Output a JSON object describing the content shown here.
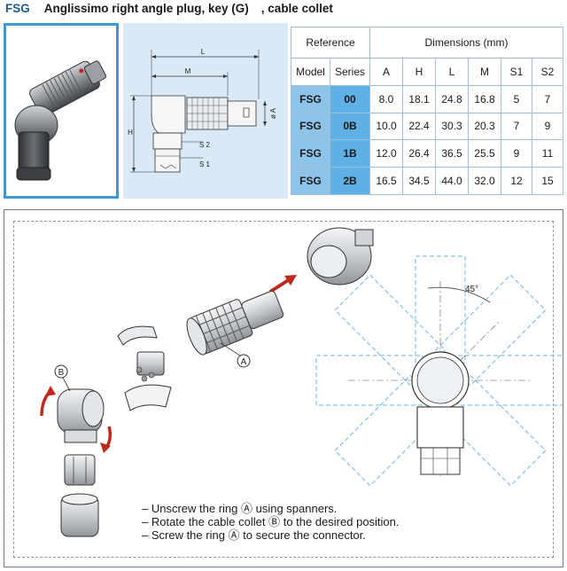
{
  "header": {
    "code": "FSG",
    "title": "Anglissimo right angle plug, key (G)",
    "suffix": ", cable collet"
  },
  "drawing": {
    "label_L": "L",
    "label_M": "M",
    "label_H": "H",
    "label_A": "ø A",
    "label_S2": "S 2",
    "label_S1": "S 1"
  },
  "table": {
    "reference_label": "Reference",
    "dimensions_label": "Dimensions (mm)",
    "columns": [
      "Model",
      "Series",
      "A",
      "H",
      "L",
      "M",
      "S1",
      "S2"
    ],
    "rows": [
      [
        "FSG",
        "00",
        "8.0",
        "18.1",
        "24.8",
        "16.8",
        "5",
        "7"
      ],
      [
        "FSG",
        "0B",
        "10.0",
        "22.4",
        "30.3",
        "20.3",
        "7",
        "9"
      ],
      [
        "FSG",
        "1B",
        "12.0",
        "26.4",
        "36.5",
        "25.5",
        "9",
        "11"
      ],
      [
        "FSG",
        "2B",
        "16.5",
        "34.5",
        "44.0",
        "32.0",
        "12",
        "15"
      ]
    ]
  },
  "assembly": {
    "callout_A": "A",
    "callout_B": "B",
    "angle_label": "45°",
    "instructions": [
      "– Unscrew the ring Ⓐ using spanners.",
      "– Rotate the cable collet Ⓑ to the desired position.",
      "– Screw the ring Ⓐ to secure the connector."
    ]
  },
  "colors": {
    "accent_blue": "#3a9ad8",
    "table_blue": "#5fb0e4",
    "rotate_arrow_red": "#c0281e",
    "dashed_blue": "#6fb4dc"
  }
}
